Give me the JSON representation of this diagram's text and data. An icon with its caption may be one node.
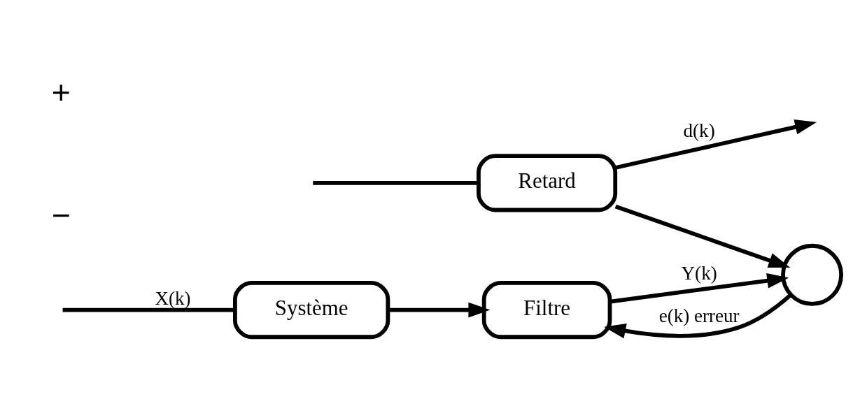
{
  "diagram": {
    "nodes": [
      {
        "text": [
          "Système"
        ]
      },
      {
        "text": [
          "Filtre"
        ]
      },
      {
        "text": [],
        "shape": "circle"
      },
      {
        "text": [
          "Retard"
        ]
      }
    ],
    "edges": [
      {
        "from": null,
        "to": 0,
        "arrow": "none",
        "label": "X(k)"
      },
      {
        "from": 0,
        "to": 1,
        "arrow": "to"
      },
      {
        "from": 1,
        "to": 2,
        "arrow": "to",
        "label": "Y(k)"
      },
      {
        "from": 3,
        "to": null,
        "arrow": "to",
        "label": "d(k)"
      },
      {
        "from": null,
        "to": 3,
        "arrow": "none"
      },
      {
        "from": 3,
        "to": 2,
        "arrow": "to"
      },
      {
        "from": 2,
        "to": 1,
        "arrow": "to",
        "label": "e(k) erreur"
      }
    ],
    "labels": [
      "−",
      "+"
    ]
  }
}
